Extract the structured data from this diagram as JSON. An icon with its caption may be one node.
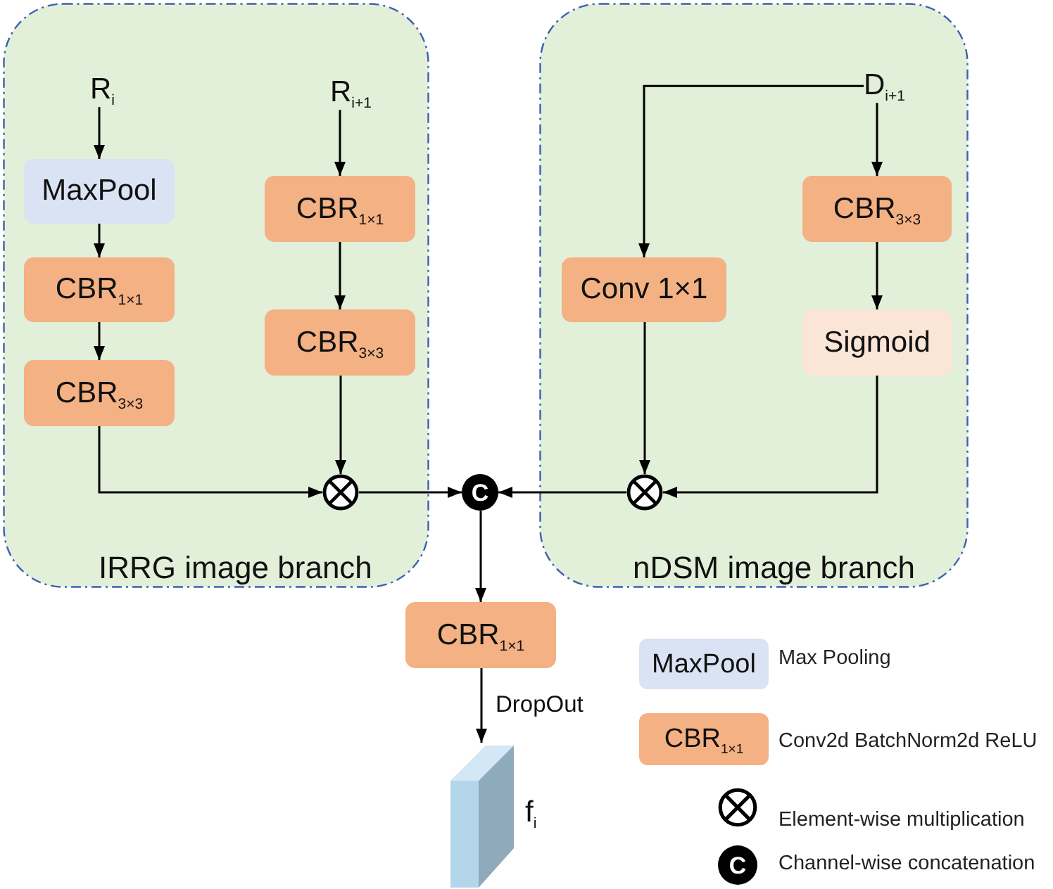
{
  "diagram": {
    "nodes": [
      {
        "text": [
          "IRRG image branch"
        ]
      },
      {
        "text": [
          "R$_{i}$"
        ],
        "in": 0
      },
      {
        "text": [
          "MaxPool"
        ],
        "in": 0
      },
      {
        "text": [
          "CBR$_{1×1}$"
        ],
        "in": 0
      },
      {
        "text": [
          "CBR$_{3×3}$"
        ],
        "in": 0
      },
      {
        "text": [
          "R$_{i+1}$"
        ],
        "in": 0
      },
      {
        "text": [
          "CBR$_{1×1}$"
        ],
        "in": 0
      },
      {
        "text": [
          "CBR$_{3×3}$"
        ],
        "in": 0
      },
      {
        "text": [],
        "shape": "circle",
        "in": 0
      },
      {
        "text": [
          "nDSM image branch"
        ]
      },
      {
        "text": [
          "D$_{i+1}$"
        ],
        "in": 9
      },
      {
        "text": [
          "CBR$_{3×3}$"
        ],
        "in": 9
      },
      {
        "text": [
          "Conv 1×1"
        ],
        "in": 9
      },
      {
        "text": [
          "Sigmoid"
        ],
        "in": 9
      },
      {
        "text": [],
        "shape": "circle",
        "in": 9
      },
      {
        "text": [
          "C"
        ]
      },
      {
        "text": [
          "CBR$_{1×1}$"
        ]
      },
      {
        "text": [],
        "shape": "box",
        "beside": [
          "f$_{i}$"
        ]
      }
    ],
    "edges": [
      {
        "from": 1,
        "to": 2,
        "arrow": "to"
      },
      {
        "from": 2,
        "to": 3,
        "arrow": "to"
      },
      {
        "from": 3,
        "to": 4,
        "arrow": "to"
      },
      {
        "from": 4,
        "to": 8,
        "arrow": "to"
      },
      {
        "from": 5,
        "to": 6,
        "arrow": "to"
      },
      {
        "from": 6,
        "to": 7,
        "arrow": "to"
      },
      {
        "from": 7,
        "to": 8,
        "arrow": "to"
      },
      {
        "from": 8,
        "to": 15,
        "arrow": "to"
      },
      {
        "from": 10,
        "to": 11,
        "arrow": "to"
      },
      {
        "from": 10,
        "to": 12,
        "arrow": "to"
      },
      {
        "from": 11,
        "to": 13,
        "arrow": "to"
      },
      {
        "from": 12,
        "to": 14,
        "arrow": "to"
      },
      {
        "from": 13,
        "to": 14,
        "arrow": "to"
      },
      {
        "from": 14,
        "to": 15,
        "arrow": "to"
      },
      {
        "from": 15,
        "to": 16,
        "arrow": "to"
      },
      {
        "from": 16,
        "to": 17,
        "arrow": "to",
        "label": "DropOut"
      }
    ],
    "labels": [
      "MaxPool",
      "CBR$_{1×1}$",
      "C"
    ],
    "legend": [
      {
        "text": "Max Pooling",
        "color": "#dae3f3"
      },
      {
        "text": "Conv2d BatchNorm2d ReLU",
        "color": "#f4b183"
      },
      {
        "text": "Element-wise multiplication"
      },
      {
        "text": "Channel-wise concatenation"
      }
    ]
  }
}
